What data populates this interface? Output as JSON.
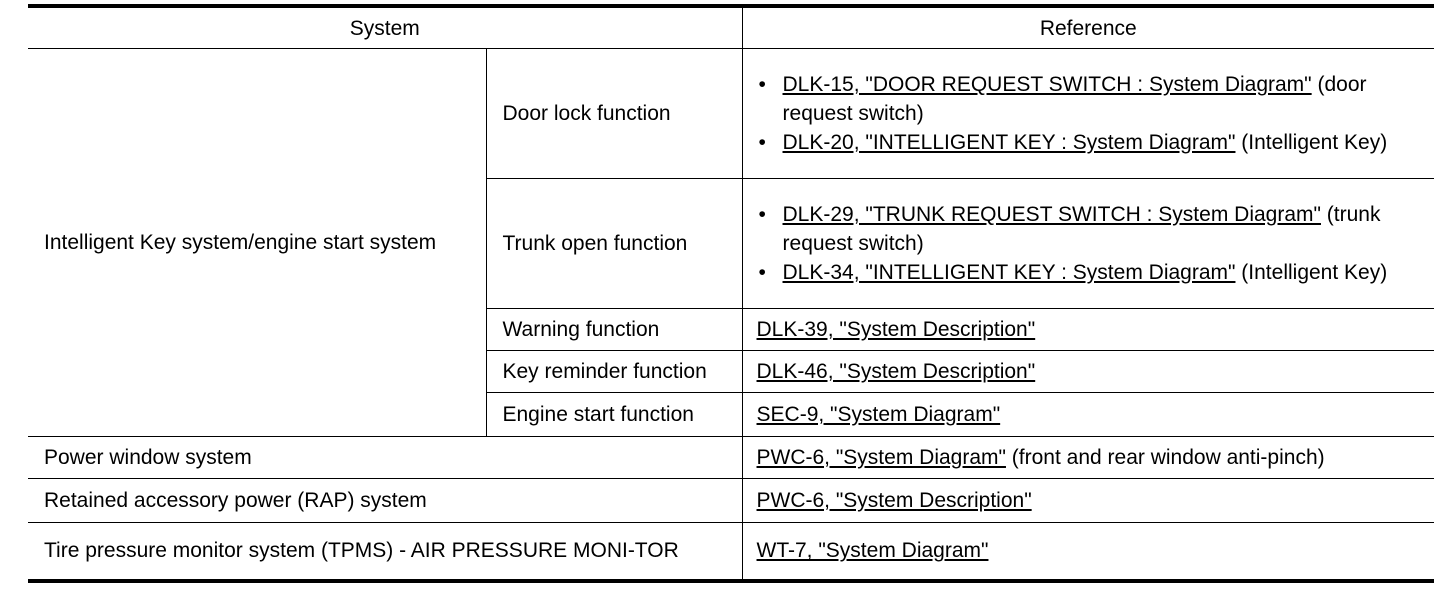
{
  "header": {
    "system": "System",
    "reference": "Reference"
  },
  "ik_group": {
    "label": "Intelligent Key system/engine start system",
    "rows": [
      {
        "function": "Door lock function",
        "refs": [
          {
            "link": "DLK-15, \"DOOR REQUEST SWITCH : System Diagram\"",
            "note": " (door request switch)"
          },
          {
            "link": "DLK-20, \"INTELLIGENT KEY : System Diagram\"",
            "note": " (Intelligent Key)"
          }
        ]
      },
      {
        "function": "Trunk open function",
        "refs": [
          {
            "link": "DLK-29, \"TRUNK REQUEST SWITCH : System Diagram\"",
            "note": " (trunk request switch)"
          },
          {
            "link": "DLK-34, \"INTELLIGENT KEY : System Diagram\"",
            "note": " (Intelligent Key)"
          }
        ]
      },
      {
        "function": "Warning function",
        "link": "DLK-39, \"System Description\""
      },
      {
        "function": "Key reminder function",
        "link": "DLK-46, \"System Description\""
      },
      {
        "function": "Engine start function",
        "link": "SEC-9, \"System Diagram\""
      }
    ]
  },
  "other_rows": [
    {
      "system": "Power window system",
      "link": "PWC-6, \"System  Diagram\"",
      "note": " (front and rear window anti-pinch)"
    },
    {
      "system": "Retained accessory power (RAP) system",
      "link": "PWC-6, \"System Description\"",
      "note": ""
    },
    {
      "system": "Tire pressure monitor system (TPMS) - AIR PRESSURE MONI-TOR",
      "link": "WT-7, \"System Diagram\"",
      "note": ""
    }
  ]
}
